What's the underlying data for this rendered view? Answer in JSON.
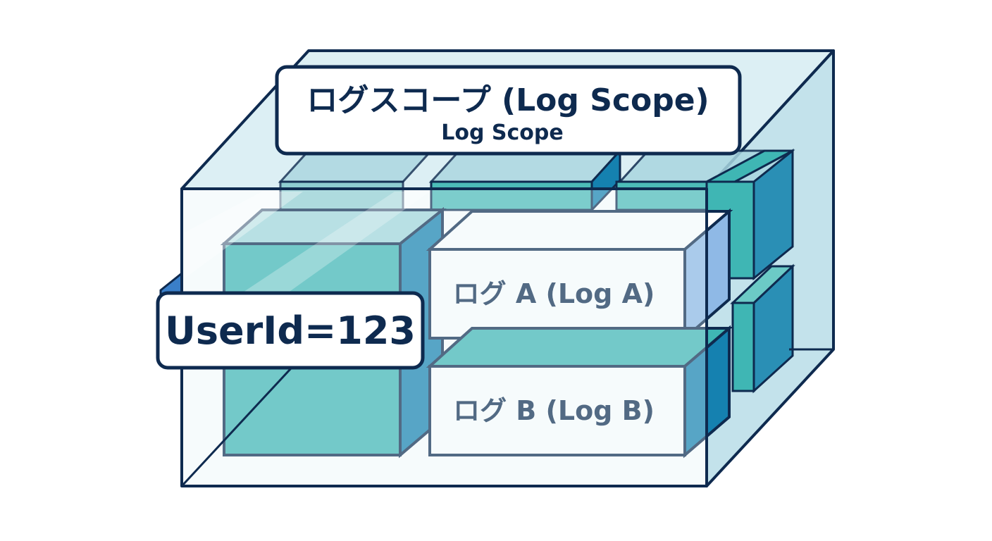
{
  "scope": {
    "title": "ログスコープ (Log Scope)",
    "subtitle": "Log Scope"
  },
  "user": {
    "label": "UserId=123"
  },
  "logs": [
    {
      "label": "ログ A (Log A)"
    },
    {
      "label": "ログ B (Log B)"
    }
  ],
  "colors": {
    "outline": "#0e2a4f",
    "glass_front": "#e7f4f8",
    "glass_side": "#b9dde8",
    "teal_front": "#3fb6b4",
    "teal_top": "#6ccac6",
    "blue_side": "#1581b0",
    "light_blue_side": "#8fb9e6",
    "label_fill": "#ffffff"
  }
}
